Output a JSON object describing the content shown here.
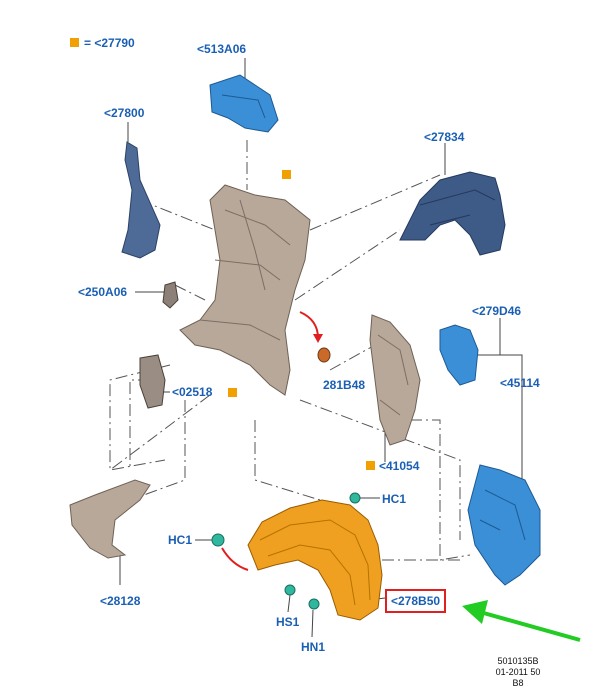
{
  "legend": {
    "text": "= <27790",
    "color": "#f0a000"
  },
  "labels": {
    "l513A06": "<513A06",
    "l27800": "<27800",
    "l27834": "<27834",
    "l250A06": "<250A06",
    "l279D46": "<279D46",
    "l45114": "<45114",
    "l281B48": "281B48",
    "l02518": "<02518",
    "l41054": "<41054",
    "lHC1a": "HC1",
    "lHC1b": "HC1",
    "l28128": "<28128",
    "l278B50": "<278B50",
    "lHS1": "HS1",
    "lHN1": "HN1"
  },
  "document_code": {
    "line1": "5010135B",
    "line2": "01-2011 50",
    "line3": "B8"
  },
  "colors": {
    "label_text": "#1a5fb4",
    "part_tan": "#b8a89a",
    "part_blue": "#3a8fd6",
    "part_navy": "#3e5a86",
    "part_orange": "#f0a020",
    "marker": "#f0a000",
    "highlight": "#e02020",
    "green_arrow": "#22cc22",
    "red_arrow": "#e02020"
  }
}
